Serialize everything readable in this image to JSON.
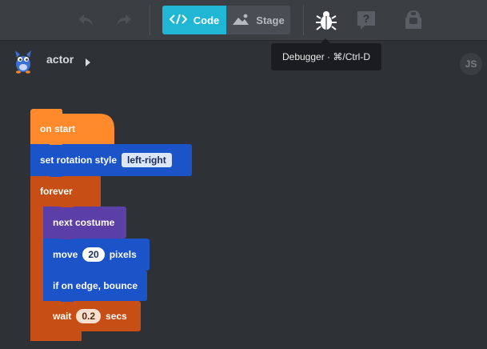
{
  "toolbar": {
    "code_label": "Code",
    "stage_label": "Stage"
  },
  "tooltip": {
    "text": "Debugger  ·  ⌘/Ctrl-D"
  },
  "actor": {
    "name": "actor",
    "lang_badge": "JS"
  },
  "blocks": {
    "on_start": "on start",
    "set_rotation": "set rotation style",
    "set_rotation_value": "left-right",
    "forever": "forever",
    "next_costume": "next costume",
    "move": "move",
    "move_value": "20",
    "move_unit": "pixels",
    "if_on_edge": "if on edge, bounce",
    "wait": "wait",
    "wait_value": "0.2",
    "wait_unit": "secs"
  },
  "colors": {
    "event": "#fe8a2c",
    "motion": "#1b53c9",
    "control": "#c74f15",
    "looks": "#5c3fa6",
    "accent": "#1fb7d4"
  }
}
